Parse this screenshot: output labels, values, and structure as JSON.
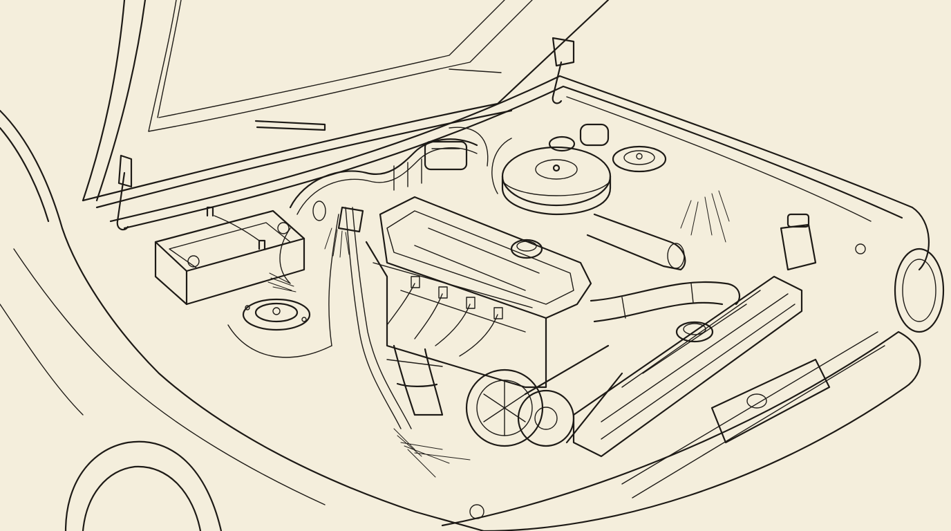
{
  "illustration": {
    "style": "line-art",
    "paper_color": "#f4eedc",
    "ink_color": "#1d1a16",
    "parts": [
      "open-hood",
      "hood-prop-rod",
      "car-battery",
      "wiring-harness",
      "frayed-wires",
      "ignition-coil",
      "engine-block",
      "valve-cover",
      "oil-filler-cap",
      "spark-plug-wires",
      "exhaust-manifold",
      "air-cleaner",
      "intake-pipe",
      "brake-fluid-reservoir",
      "radiator",
      "radiator-cap",
      "radiator-hose",
      "alternator",
      "fan-belt",
      "shock-tower-left",
      "shock-tower-right",
      "front-grille",
      "headlight",
      "front-bumper",
      "front-wheel"
    ]
  }
}
